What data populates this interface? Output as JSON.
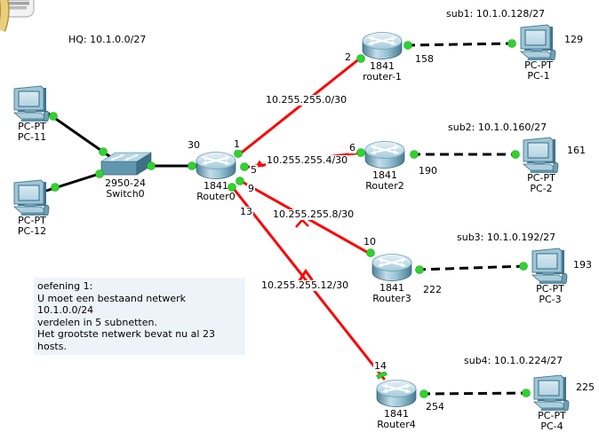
{
  "app": {
    "name": "network-topology-workspace"
  },
  "colors": {
    "canvas": "#ffffff",
    "serial_link": "#ff0000",
    "ethernet_link": "#000000",
    "link_up_dot": "#2fd32f",
    "note_background": "#eef3f9",
    "device_body": "#6fa2b8"
  },
  "note": {
    "lines": [
      "oefening 1:",
      "U moet een bestaand netwerk",
      "10.1.0.0/24",
      "verdelen in 5 subnetten.",
      "Het grootste netwerk bevat nu al 23 hosts."
    ]
  },
  "labels": {
    "hq": "HQ: 10.1.0.0/27",
    "sub1": "sub1: 10.1.0.128/27",
    "sub2": "sub2: 10.1.0.160/27",
    "sub3": "sub3: 10.1.0.192/27",
    "sub4": "sub4: 10.1.0.224/27",
    "wan1": "10.255.255.0/30",
    "wan2": "10.255.255.4/30",
    "wan3": "10.255.255.8/30",
    "wan4": "10.255.255.12/30"
  },
  "devices": {
    "switch0": {
      "model": "2950-24",
      "name": "Switch0"
    },
    "router0": {
      "model": "1841",
      "name": "Router0"
    },
    "router1": {
      "model": "1841",
      "name": "router-1"
    },
    "router2": {
      "model": "1841",
      "name": "Router2"
    },
    "router3": {
      "model": "1841",
      "name": "Router3"
    },
    "router4": {
      "model": "1841",
      "name": "Router4"
    },
    "pc11": {
      "model": "PC-PT",
      "name": "PC-11"
    },
    "pc12": {
      "model": "PC-PT",
      "name": "PC-12"
    },
    "pc1": {
      "model": "PC-PT",
      "name": "PC-1"
    },
    "pc2": {
      "model": "PC-PT",
      "name": "PC-2"
    },
    "pc3": {
      "model": "PC-PT",
      "name": "PC-3"
    },
    "pc4": {
      "model": "PC-PT",
      "name": "PC-4"
    }
  },
  "ports": {
    "r0_lan": "30",
    "r0_s1": "1",
    "r0_s5": "5",
    "r0_s9": "9",
    "r0_s13": "13",
    "r1_s2": "2",
    "r1_lan": "158",
    "r2_s6": "6",
    "r2_lan": "190",
    "r3_s10": "10",
    "r3_lan": "222",
    "r4_s14": "14",
    "r4_lan": "254",
    "pc1": "129",
    "pc2": "161",
    "pc3": "193",
    "pc4": "225"
  }
}
